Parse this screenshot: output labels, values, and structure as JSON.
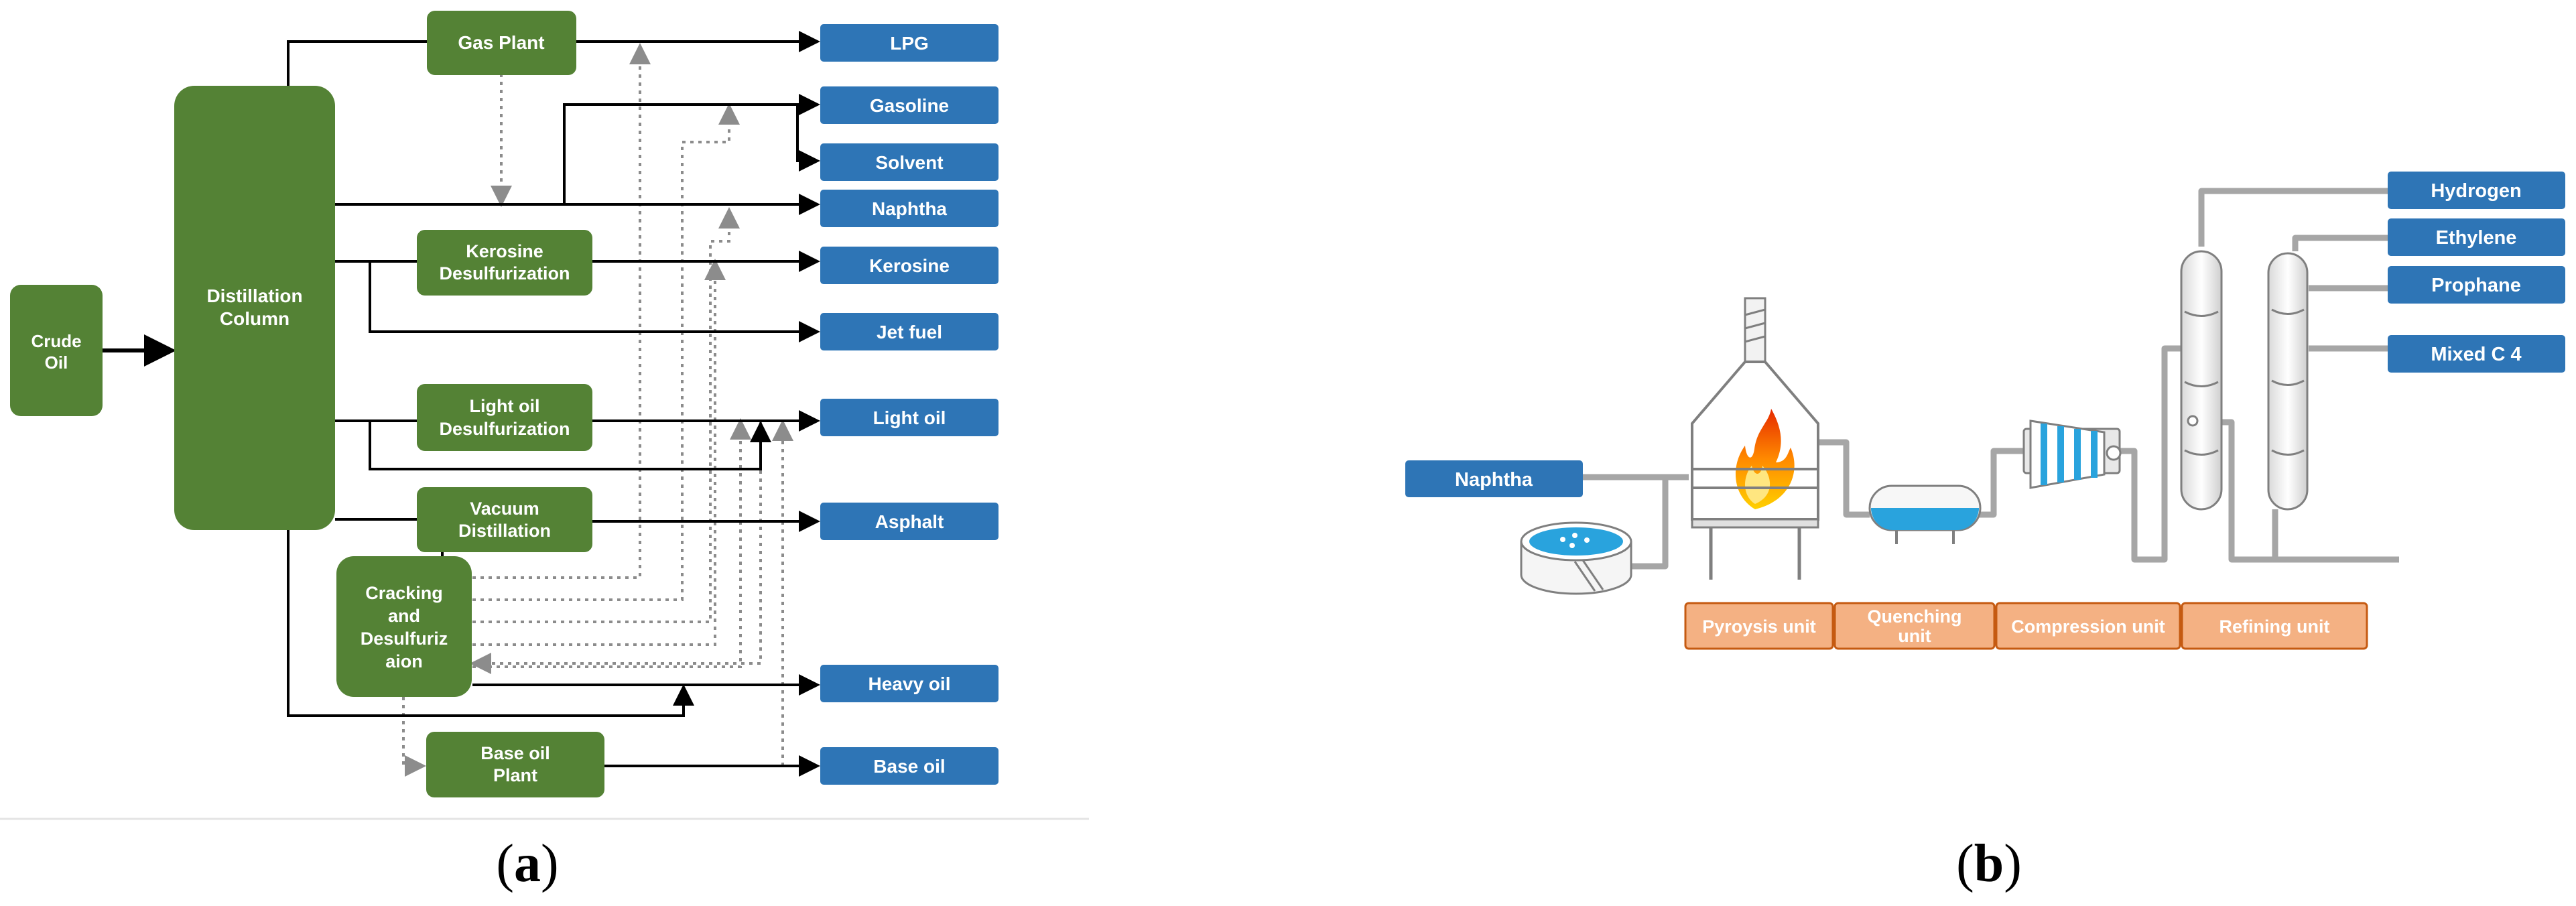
{
  "panel_a": {
    "caption_open": "(",
    "caption_letter": "a",
    "caption_close": ")",
    "units": {
      "crude_oil": [
        "Crude",
        "Oil"
      ],
      "distillation_column": [
        "Distillation",
        "Column"
      ],
      "gas_plant": [
        "Gas Plant"
      ],
      "kerosine_desulf": [
        "Kerosine",
        "Desulfurization"
      ],
      "light_oil_desulf": [
        "Light oil",
        "Desulfurization"
      ],
      "vacuum_distillation": [
        "Vacuum",
        "Distillation"
      ],
      "cracking": [
        "Cracking",
        "and",
        "Desulfuriz",
        "aion"
      ],
      "base_oil_plant": [
        "Base oil",
        "Plant"
      ]
    },
    "products": {
      "lpg": "LPG",
      "gasoline": "Gasoline",
      "solvent": "Solvent",
      "naphtha": "Naphtha",
      "kerosine": "Kerosine",
      "jet_fuel": "Jet fuel",
      "light_oil": "Light oil",
      "asphalt": "Asphalt",
      "heavy_oil": "Heavy oil",
      "base_oil": "Base oil"
    }
  },
  "panel_b": {
    "caption_open": "(",
    "caption_letter": "b",
    "caption_close": ")",
    "feed": "Naphtha",
    "products": {
      "hydrogen": "Hydrogen",
      "ethylene": "Ethylene",
      "prophane": "Prophane",
      "mixed_c4": "Mixed C 4"
    },
    "stages": {
      "pyrolysis": [
        "Pyroysis unit"
      ],
      "quenching": [
        "Quenching",
        "unit"
      ],
      "compression": [
        "Compression unit"
      ],
      "refining": [
        "Refining unit"
      ]
    }
  },
  "colors": {
    "green": "#548235",
    "blue": "#2E75B6",
    "orange": "#F4B183",
    "solid_line": "#000000",
    "dotted_line": "#8C8C8C",
    "pipe": "#A6A6A6",
    "water": "#29A3DD"
  }
}
